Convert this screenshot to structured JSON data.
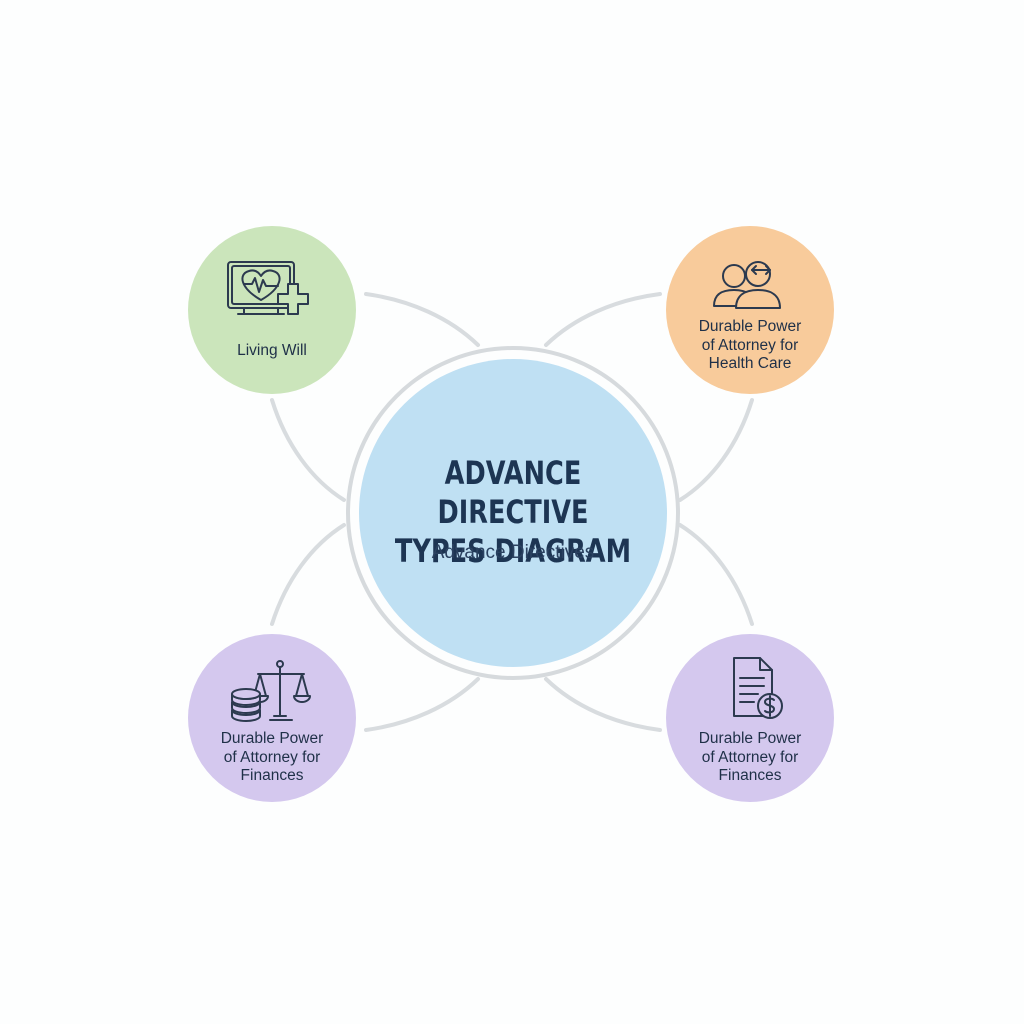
{
  "diagram": {
    "center": {
      "title": "ADVANCE DIRECTIVE\nTYPES DIAGRAM",
      "subtitle": "Advance Directives"
    },
    "nodes": [
      {
        "label": "Living Will",
        "icon": "heart-monitor-plus-icon",
        "color": "#cbe5bb"
      },
      {
        "label": "Durable Power\nof Attorney for\nHealth Care",
        "icon": "people-exchange-icon",
        "color": "#f8cb9b"
      },
      {
        "label": "Durable Power\nof Attorney for\nFinances",
        "icon": "scales-coins-icon",
        "color": "#d4c8ee"
      },
      {
        "label": "Durable Power\nof Attorney for\nFinances",
        "icon": "document-dollar-icon",
        "color": "#d4c8ee"
      }
    ],
    "colors": {
      "center_fill": "#bfe0f3",
      "center_ring": "#d6dadd",
      "connector": "#d8dcdf",
      "text_dark": "#1d3553",
      "icon_stroke": "#2c3a4f"
    }
  }
}
